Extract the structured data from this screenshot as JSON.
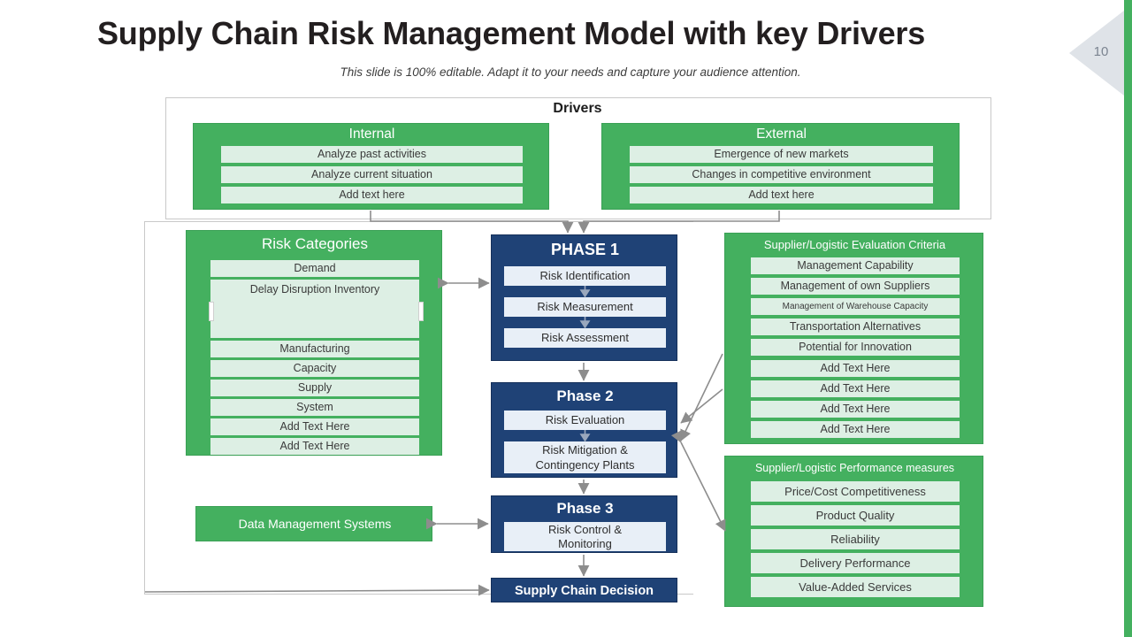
{
  "slide": {
    "title": "Supply Chain Risk Management Model with key Drivers",
    "subtitle": "This slide is 100% editable.  Adapt it to your needs and capture your audience attention.",
    "page_number": "10",
    "colors": {
      "green": "#44b05f",
      "green_chip": "#ddefe4",
      "navy": "#1f4276",
      "navy_chip": "#e8eff7",
      "accent_bar": "#44b05f",
      "badge": "#dfe3e8",
      "connector": "#8d8d8d"
    }
  },
  "drivers": {
    "heading": "Drivers",
    "internal": {
      "title": "Internal",
      "items": [
        "Analyze past activities",
        "Analyze current situation",
        "Add text here"
      ]
    },
    "external": {
      "title": "External",
      "items": [
        "Emergence of new markets",
        "Changes in competitive environment",
        "Add text here"
      ]
    }
  },
  "risk_categories": {
    "title": "Risk Categories",
    "items": [
      "Demand",
      "Delay\nDisruption\nInventory",
      "Manufacturing",
      "Capacity",
      "Supply",
      "System",
      "Add Text Here",
      "Add Text Here"
    ]
  },
  "phases": [
    {
      "title": "PHASE 1",
      "steps": [
        "Risk Identification",
        "Risk Measurement",
        "Risk Assessment"
      ]
    },
    {
      "title": "Phase 2",
      "steps": [
        "Risk Evaluation",
        "Risk Mitigation &\nContingency Plants"
      ]
    },
    {
      "title": "Phase 3",
      "steps": [
        "Risk Control &\nMonitoring"
      ]
    }
  ],
  "decision": {
    "label": "Supply Chain Decision"
  },
  "data_management": {
    "label": "Data Management Systems"
  },
  "evaluation_criteria": {
    "title": "Supplier/Logistic Evaluation Criteria",
    "items": [
      "Management  Capability",
      "Management  of own  Suppliers",
      "Management  of Warehouse Capacity",
      "Transportation  Alternatives",
      "Potential for  Innovation",
      "Add Text Here",
      "Add Text Here",
      "Add Text Here",
      "Add Text Here"
    ]
  },
  "performance_measures": {
    "title": "Supplier/Logistic  Performance  measures",
    "items": [
      "Price/Cost Competitiveness",
      "Product Quality",
      "Reliability",
      "Delivery Performance",
      "Value-Added  Services"
    ]
  }
}
